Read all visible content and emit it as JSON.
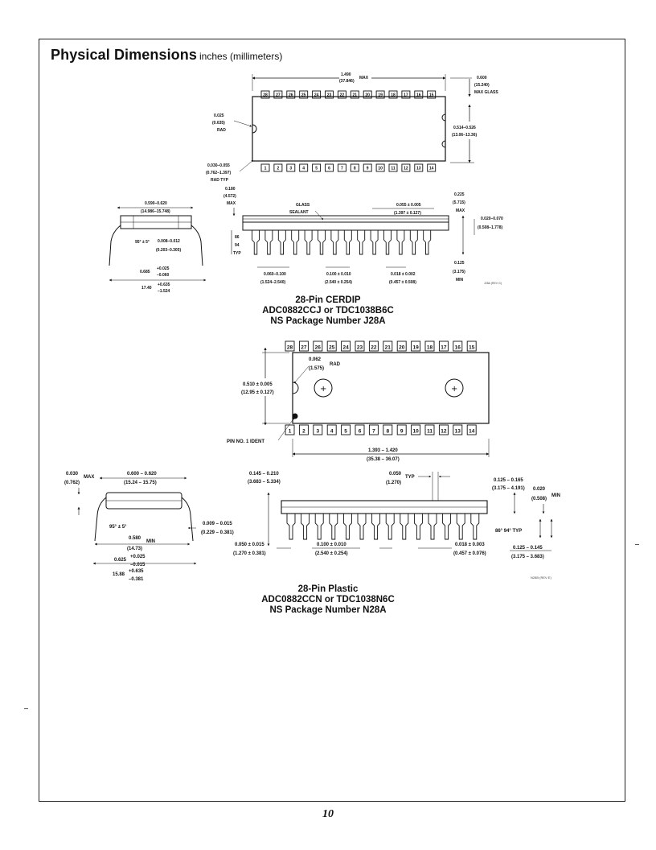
{
  "page": {
    "title": "Physical Dimensions",
    "title_units": "inches (millimeters)",
    "page_number": "10"
  },
  "cerdip": {
    "caption": {
      "line1": "28-Pin CERDIP",
      "line2": "ADC0882CCJ or TDC1038B6C",
      "line3": "NS Package Number J28A"
    },
    "top_pins": [
      "28",
      "27",
      "26",
      "25",
      "24",
      "23",
      "22",
      "21",
      "20",
      "19",
      "18",
      "17",
      "16",
      "15"
    ],
    "bottom_pins": [
      "1",
      "2",
      "3",
      "4",
      "5",
      "6",
      "7",
      "8",
      "9",
      "10",
      "11",
      "12",
      "13",
      "14"
    ],
    "dims": {
      "length_in": "1.490",
      "length_mm": "(37.846)",
      "length_max": "MAX",
      "width_in": "0.600",
      "width_mm": "(15.240)",
      "width_note": "MAX GLASS",
      "rad_in": "0.025",
      "rad_mm": "(0.635)",
      "rad_label": "RAD",
      "body_w_in": "0.514–0.526",
      "body_w_mm": "(13.06–13.36)",
      "corner_in": "0.030–0.055",
      "corner_mm": "(0.762–1.397)",
      "corner_label": "RAD TYP",
      "height_in": "0.180",
      "height_mm": "(4.572)",
      "height_max": "MAX",
      "seal_1": "GLASS",
      "seal_2": "SEALANT",
      "lead_w_in": "0.055 ± 0.005",
      "lead_w_mm": "(1.397 ± 0.127)",
      "seat_in": "0.225",
      "seat_mm": "(5.715)",
      "seat_max": "MAX",
      "shoulder_in": "0.020–0.070",
      "shoulder_mm": "(0.508–1.778)",
      "angle_86": "86",
      "angle_94": "94",
      "angle_typ": "TYP",
      "pitch_a_in": "0.060–0.100",
      "pitch_a_mm": "(1.524–2.540)",
      "pitch_in": "0.100 ± 0.010",
      "pitch_mm": "(2.540 ± 0.254)",
      "lead_in": "0.018 ± 0.002",
      "lead_mm": "(0.457 ± 0.508)",
      "min_in": "0.125",
      "min_mm": "(3.175)",
      "min_label": "MIN",
      "row_in": "0.590–0.620",
      "row_mm": "(14.986–15.748)",
      "angle_95": "95° ± 5°",
      "thk_in": "0.008–0.012",
      "thk_mm": "(0.203–0.305)",
      "span_in": "0.685",
      "span_tol_a": "+0.025",
      "span_tol_b": "–0.060",
      "span_mm": "17.40",
      "span_mm_a": "+0.635",
      "span_mm_b": "–1.524",
      "rev": "J28A (REV G)"
    }
  },
  "plastic": {
    "caption": {
      "line1": "28-Pin Plastic",
      "line2": "ADC0882CCN or TDC1038N6C",
      "line3": "NS Package Number N28A"
    },
    "top_pins": [
      "28",
      "27",
      "26",
      "25",
      "24",
      "23",
      "22",
      "21",
      "20",
      "19",
      "18",
      "17",
      "16",
      "15"
    ],
    "bottom_pins": [
      "1",
      "2",
      "3",
      "4",
      "5",
      "6",
      "7",
      "8",
      "9",
      "10",
      "11",
      "12",
      "13",
      "14"
    ],
    "dims": {
      "rad_in": "0.062",
      "rad_mm": "(1.575)",
      "rad_label": "RAD",
      "width_in": "0.510 ± 0.005",
      "width_mm": "(12.95 ± 0.127)",
      "pin1": "PIN NO. 1 IDENT",
      "length_in": "1.393 – 1.420",
      "length_mm": "(35.38 – 36.07)",
      "end_in": "0.030",
      "end_mm": "(0.762)",
      "end_max": "MAX",
      "row_in": "0.600 – 0.620",
      "row_mm": "(15.24 – 15.75)",
      "angle_95": "95° ± 5°",
      "thk_in": "0.009 – 0.015",
      "thk_mm": "(0.229 – 0.381)",
      "row_min_in": "0.580",
      "row_min_mm": "(14.73)",
      "row_min_label": "MIN",
      "span_in": "0.625",
      "span_tol_a": "+0.025",
      "span_tol_b": "–0.015",
      "span_mm": "15.88",
      "span_mm_a": "+0.635",
      "span_mm_b": "–0.381",
      "ht_in": "0.145 – 0.210",
      "ht_mm": "(3.683 – 5.334)",
      "typ_in": "0.050",
      "typ_mm": "(1.270)",
      "typ_label": "TYP",
      "seat_in": "0.125 – 0.165",
      "seat_mm": "(3.175 – 4.191)",
      "min_in": "0.020",
      "min_mm": "(0.508)",
      "min_label": "MIN",
      "angle_86": "86° 94° TYP",
      "pitch_a_in": "0.050 ± 0.015",
      "pitch_a_mm": "(1.270 ± 0.381)",
      "pitch_in": "0.100 ± 0.010",
      "pitch_mm": "(2.540 ± 0.254)",
      "lead_in": "0.018 ± 0.003",
      "lead_mm": "(0.457 ± 0.076)",
      "lead_len_in": "0.125 – 0.145",
      "lead_len_mm": "(3.175 – 3.683)",
      "rev": "N28B (REV E)"
    }
  }
}
